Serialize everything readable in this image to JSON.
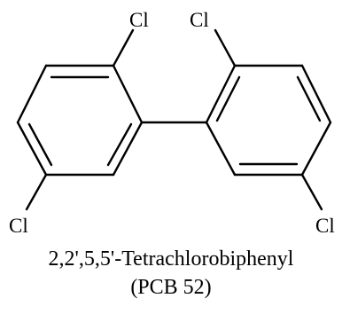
{
  "molecule": {
    "atoms": {
      "cl_2": "Cl",
      "cl_2prime": "Cl",
      "cl_5": "Cl",
      "cl_5prime": "Cl"
    },
    "name": "2,2',5,5'-Tetrachlorobiphenyl",
    "code": "(PCB 52)"
  }
}
